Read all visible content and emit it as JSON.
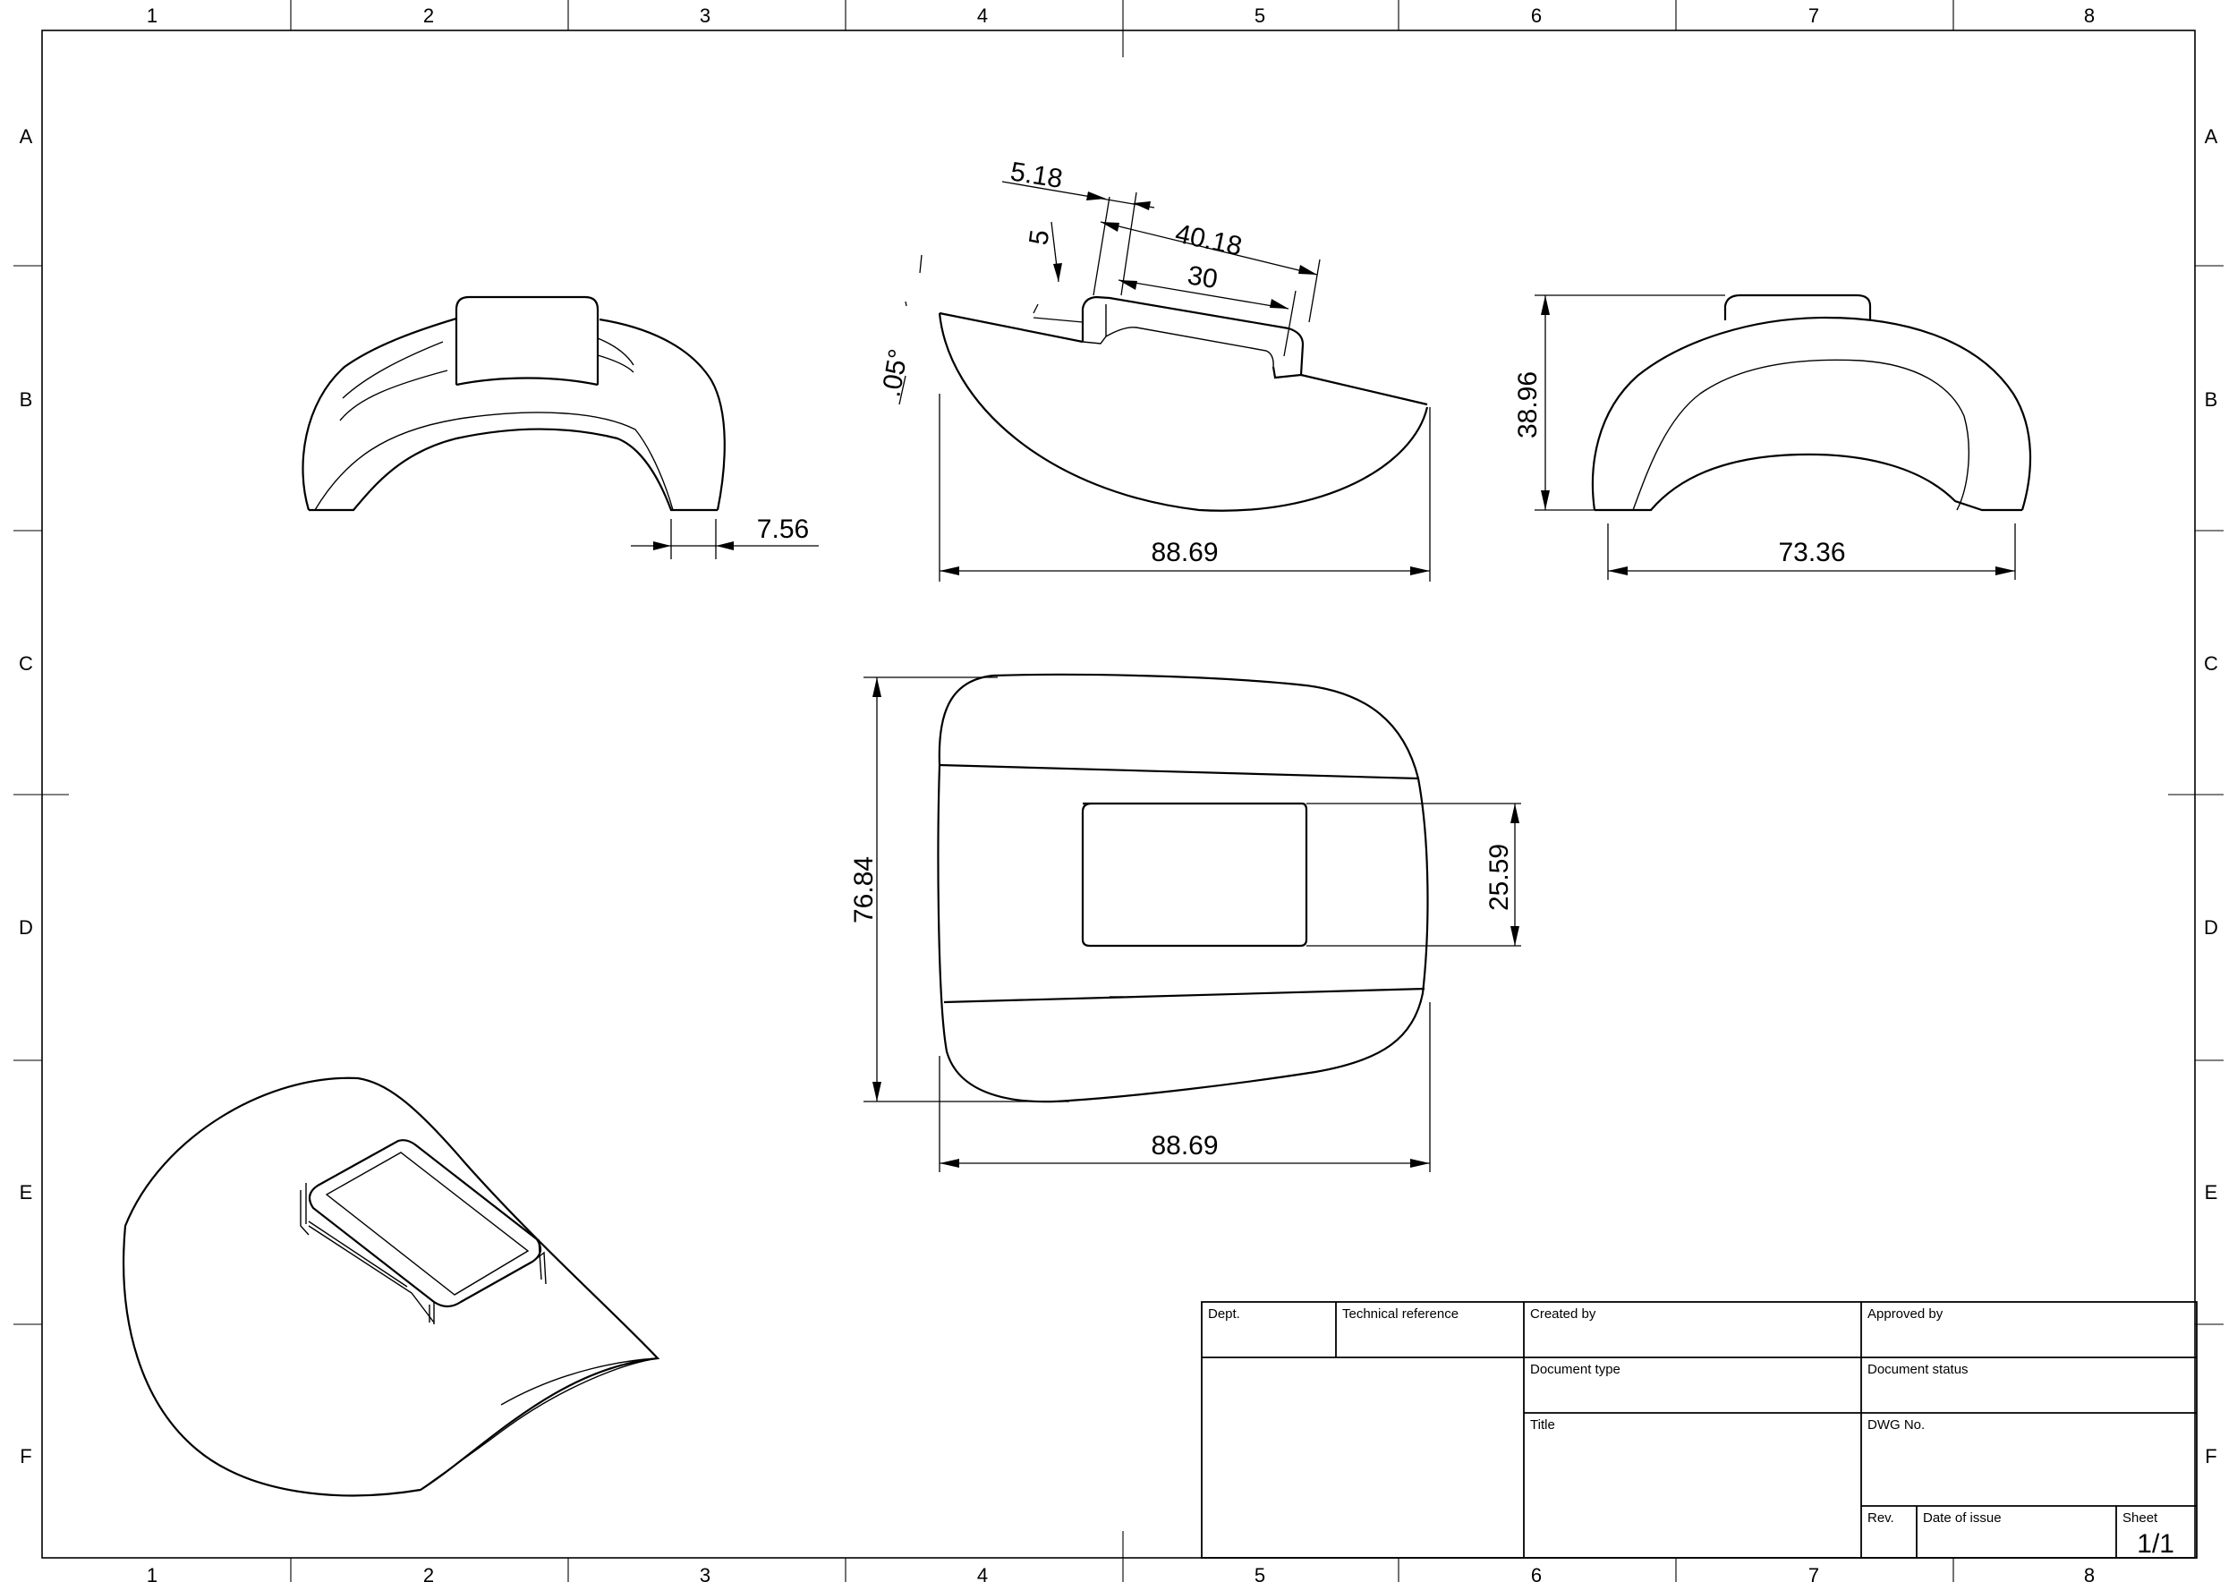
{
  "zones": {
    "columns": [
      "1",
      "2",
      "3",
      "4",
      "5",
      "6",
      "7",
      "8"
    ],
    "rows": [
      "A",
      "B",
      "C",
      "D",
      "E",
      "F"
    ]
  },
  "dimensions": {
    "front_thickness": "7.56",
    "side_width": "88.69",
    "side_angle": ".05°",
    "side_offset": "5",
    "side_tab_len": "5.18",
    "side_slot_outer": "40.18",
    "side_slot_inner": "30",
    "back_height": "38.96",
    "back_width": "73.36",
    "top_height": "76.84",
    "top_slot_height": "25.59",
    "top_width": "88.69"
  },
  "title_block": {
    "dept_label": "Dept.",
    "tech_ref_label": "Technical reference",
    "created_by_label": "Created by",
    "approved_by_label": "Approved by",
    "doc_type_label": "Document type",
    "doc_status_label": "Document status",
    "title_label": "Title",
    "dwg_no_label": "DWG No.",
    "rev_label": "Rev.",
    "date_label": "Date of issue",
    "sheet_label": "Sheet",
    "sheet_value": "1/1"
  }
}
